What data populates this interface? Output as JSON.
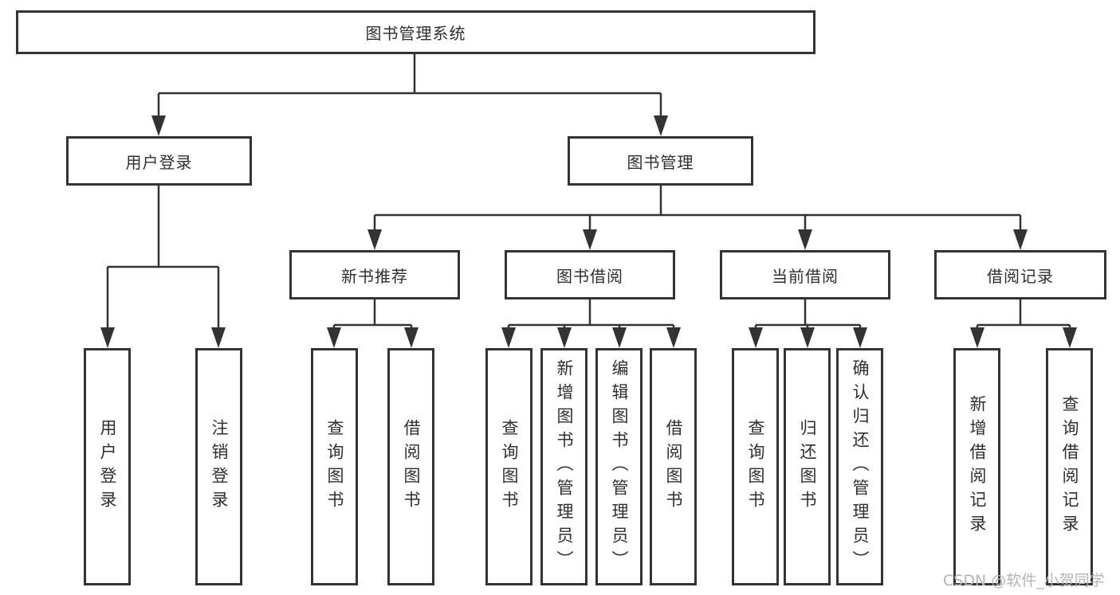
{
  "colors": {
    "line": "#333333",
    "node_border": "#333333",
    "node_text": "#2f2f2f",
    "node_bg": "#ffffff",
    "watermark": "#b4b4b4"
  },
  "watermark": "CSDN @软件_小贺同学",
  "tree": {
    "root": {
      "label": "图书管理系统"
    },
    "branches": [
      {
        "label": "用户登录",
        "children": [
          {
            "label": "用户登录"
          },
          {
            "label": "注销登录"
          }
        ]
      },
      {
        "label": "图书管理",
        "children": [
          {
            "label": "新书推荐",
            "children": [
              {
                "label": "查询图书"
              },
              {
                "label": "借阅图书"
              }
            ]
          },
          {
            "label": "图书借阅",
            "children": [
              {
                "label": "查询图书"
              },
              {
                "label": "新增图书（管理员）"
              },
              {
                "label": "编辑图书（管理员）"
              },
              {
                "label": "借阅图书"
              }
            ]
          },
          {
            "label": "当前借阅",
            "children": [
              {
                "label": "查询图书"
              },
              {
                "label": "归还图书"
              },
              {
                "label": "确认归还（管理员）"
              }
            ]
          },
          {
            "label": "借阅记录",
            "children": [
              {
                "label": "新增借阅记录"
              },
              {
                "label": "查询借阅记录"
              }
            ]
          }
        ]
      }
    ]
  }
}
